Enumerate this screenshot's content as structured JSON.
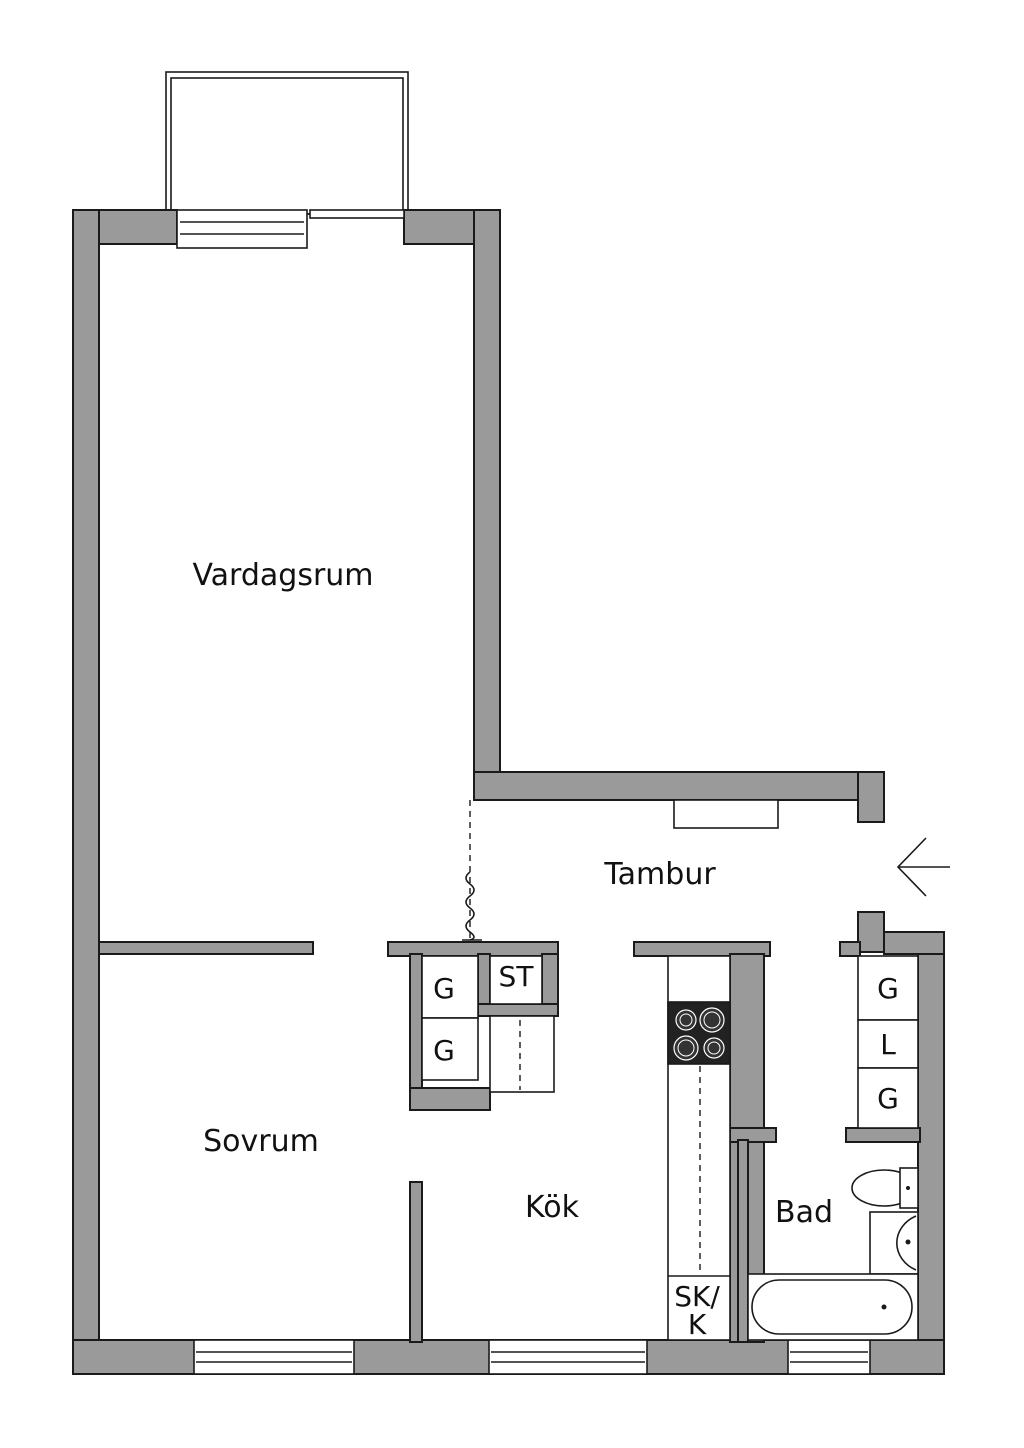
{
  "rooms": {
    "vardagsrum": "Vardagsrum",
    "tambur": "Tambur",
    "sovrum": "Sovrum",
    "kok": "Kök",
    "bad": "Bad"
  },
  "cabinets": {
    "kitchen_g1": "G",
    "kitchen_g2": "G",
    "kitchen_st": "ST",
    "hall_g1": "G",
    "hall_l": "L",
    "hall_g2": "G",
    "skk_line1": "SK/",
    "skk_line2": "K"
  },
  "icons": {
    "entrance": "arrow-left-icon",
    "stove": "stove-icon",
    "toilet": "toilet-icon",
    "sink": "sink-icon",
    "bathtub": "bathtub-icon"
  },
  "colors": {
    "wall": "#9a9a9a",
    "line": "#1a1a1a",
    "background": "#ffffff"
  }
}
